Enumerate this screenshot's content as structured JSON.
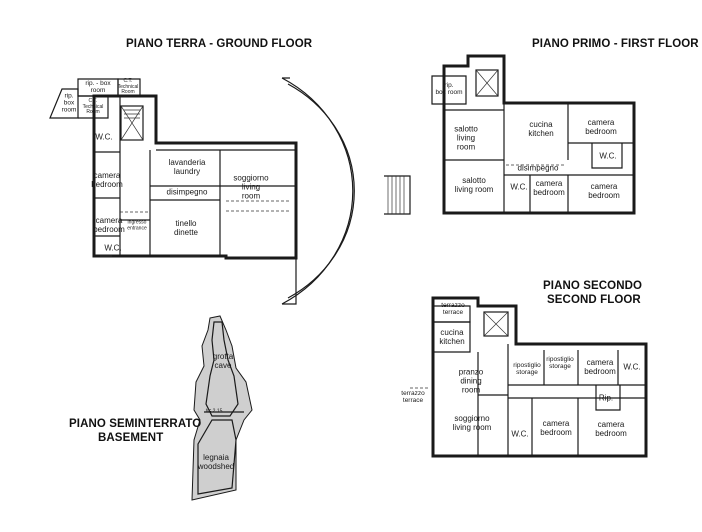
{
  "titles": {
    "ground": "PIANO TERRA - GROUND FLOOR",
    "first": "PIANO PRIMO - FIRST FLOOR",
    "second_line1": "PIANO SECONDO",
    "second_line2": "SECOND FLOOR",
    "basement_line1": "PIANO SEMINTERRATO",
    "basement_line2": "BASEMENT"
  },
  "ground_floor": {
    "rip_box_top": [
      "rip. - box",
      "room"
    ],
    "rip_box_left": [
      "rip.",
      "box",
      "room"
    ],
    "ct_top": [
      "C.T.",
      "Technical",
      "Room"
    ],
    "ct_bottom": [
      "C.T.",
      "Technical",
      "Room"
    ],
    "wc_top": "W.C.",
    "camera_top": [
      "camera",
      "bedroom"
    ],
    "camera_bottom": [
      "camera",
      "bedroom"
    ],
    "ingresso": [
      "ingresso",
      "entrance"
    ],
    "wc_bottom": "W.C.",
    "lavanderia": [
      "lavanderia",
      "laundry"
    ],
    "disimpegno": "disimpegno",
    "soggiorno": [
      "soggiorno",
      "living",
      "room"
    ],
    "tinello": [
      "tinello",
      "dinette"
    ]
  },
  "first_floor": {
    "rip_box": [
      "rip.",
      "box room"
    ],
    "salotto_top": [
      "salotto",
      "living",
      "room"
    ],
    "cucina": [
      "cucina",
      "kitchen"
    ],
    "camera_right_top": [
      "camera",
      "bedroom"
    ],
    "wc_right": "W.C.",
    "disimpegno": "disimpegno",
    "salotto_bottom": [
      "salotto",
      "living room"
    ],
    "wc_mid": "W.C.",
    "camera_mid": [
      "camera",
      "bedroom"
    ],
    "camera_right_bottom": [
      "camera",
      "bedroom"
    ]
  },
  "second_floor": {
    "terrazzo_top": [
      "terrazzo",
      "terrace"
    ],
    "cucina": [
      "cucina",
      "kitchen"
    ],
    "pranzo": [
      "pranzo",
      "dining",
      "room"
    ],
    "ripostiglio1": [
      "ripostiglio",
      "storage"
    ],
    "ripostiglio2": [
      "ripostiglio",
      "storage"
    ],
    "camera_right_top": [
      "camera",
      "bedroom"
    ],
    "wc_right": "W.C.",
    "terrazzo_left": [
      "terrazzo",
      "terrace"
    ],
    "rip": "Rip.",
    "soggiorno": [
      "soggiorno",
      "living room"
    ],
    "wc_bottom": "W.C.",
    "camera_bottom_mid": [
      "camera",
      "bedroom"
    ],
    "camera_bottom_right": [
      "camera",
      "bedroom"
    ]
  },
  "basement": {
    "grotta": [
      "grotta",
      "cave"
    ],
    "level": "h= 2.15",
    "legnaia": [
      "legnaia",
      "woodshed"
    ]
  }
}
